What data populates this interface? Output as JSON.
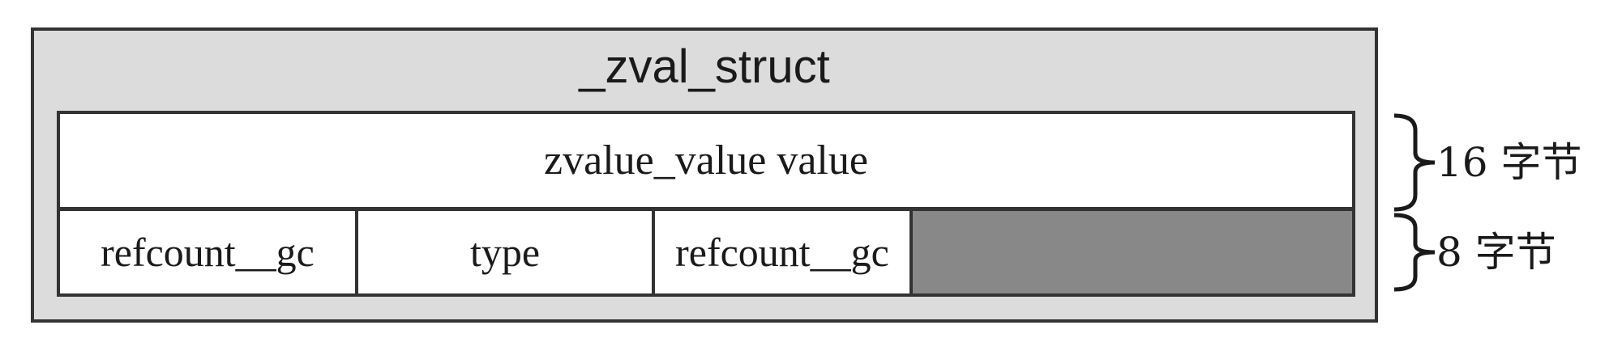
{
  "diagram": {
    "struct_title": "_zval_struct",
    "value_field": "zvalue_value value",
    "fields": [
      "refcount__gc",
      "type",
      "refcount__gc"
    ],
    "padding_color": "#888888",
    "braces": [
      {
        "label": "16 字节"
      },
      {
        "label": "8 字节"
      }
    ]
  }
}
